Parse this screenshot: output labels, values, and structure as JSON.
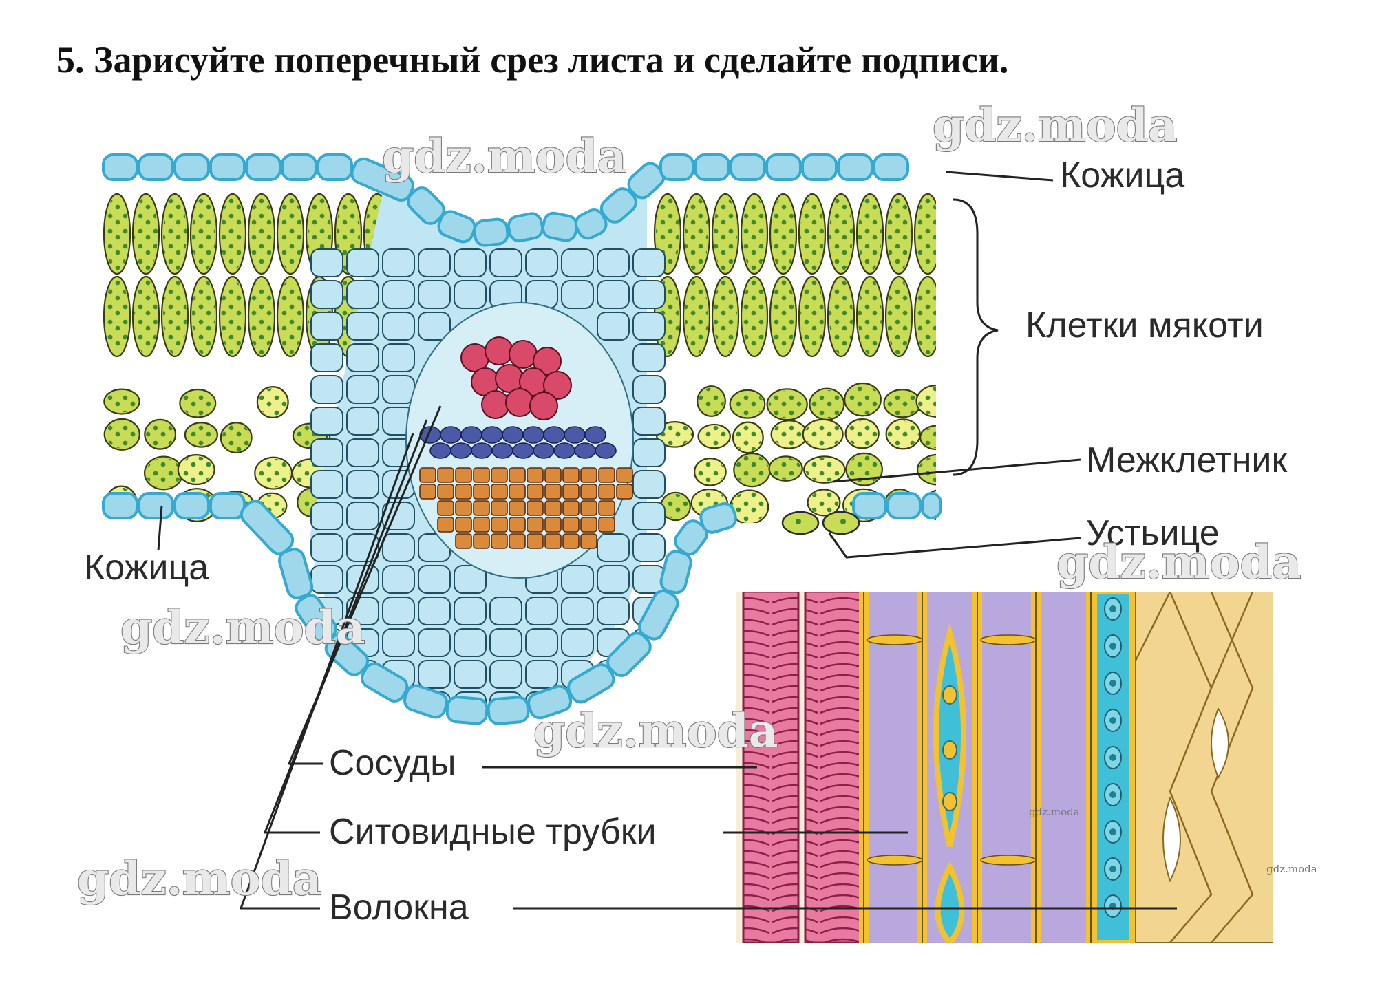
{
  "task": {
    "title": "5. Зарисуйте поперечный срез листа и сделайте подписи."
  },
  "labels": {
    "epidermis_top": "Кожица",
    "mesophyll": "Клетки мякоти",
    "intercellular": "Межклетник",
    "stoma": "Устьице",
    "epidermis_bottom": "Кожица",
    "vessels": "Сосуды",
    "sieve_tubes": "Ситовидные трубки",
    "fibers": "Волокна"
  },
  "watermark": {
    "text": "gdz.moda"
  },
  "colors": {
    "epidermis": "#9fd8ea",
    "epidermis_edge": "#35a9cf",
    "mesophyll_fill": "#c9dc55",
    "mesophyll_yellow": "#eef08a",
    "chloroplast": "#3f8a2f",
    "bundle_sheath": "#bfe6f2",
    "phloem": "#d94a6a",
    "cambium": "#4a5aa8",
    "xylem": "#d98a3a",
    "vessel_pink": "#e87aa0",
    "sieve_purple": "#b9a8dd",
    "companion_cyan": "#3fc0d8",
    "fiber_tan": "#f3d592",
    "cell_wall_yellow": "#f2c230"
  }
}
